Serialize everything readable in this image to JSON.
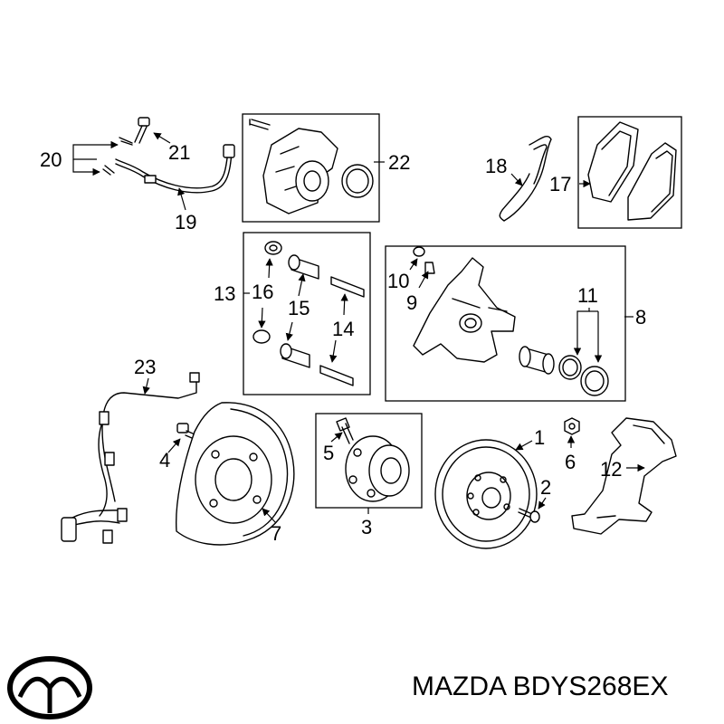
{
  "caption": "MAZDA BDYS268EX",
  "brand_logo": "mazda-logo",
  "colors": {
    "line": "#000000",
    "background": "#ffffff",
    "shade": "#d9d9d9"
  },
  "callouts": {
    "c1": "1",
    "c2": "2",
    "c3": "3",
    "c4": "4",
    "c5": "5",
    "c6": "6",
    "c7": "7",
    "c8": "8",
    "c9": "9",
    "c10": "10",
    "c11": "11",
    "c12": "12",
    "c13": "13",
    "c14": "14",
    "c15": "15",
    "c16": "16",
    "c17": "17",
    "c18": "18",
    "c19": "19",
    "c20": "20",
    "c21": "21",
    "c22": "22",
    "c23": "23"
  }
}
